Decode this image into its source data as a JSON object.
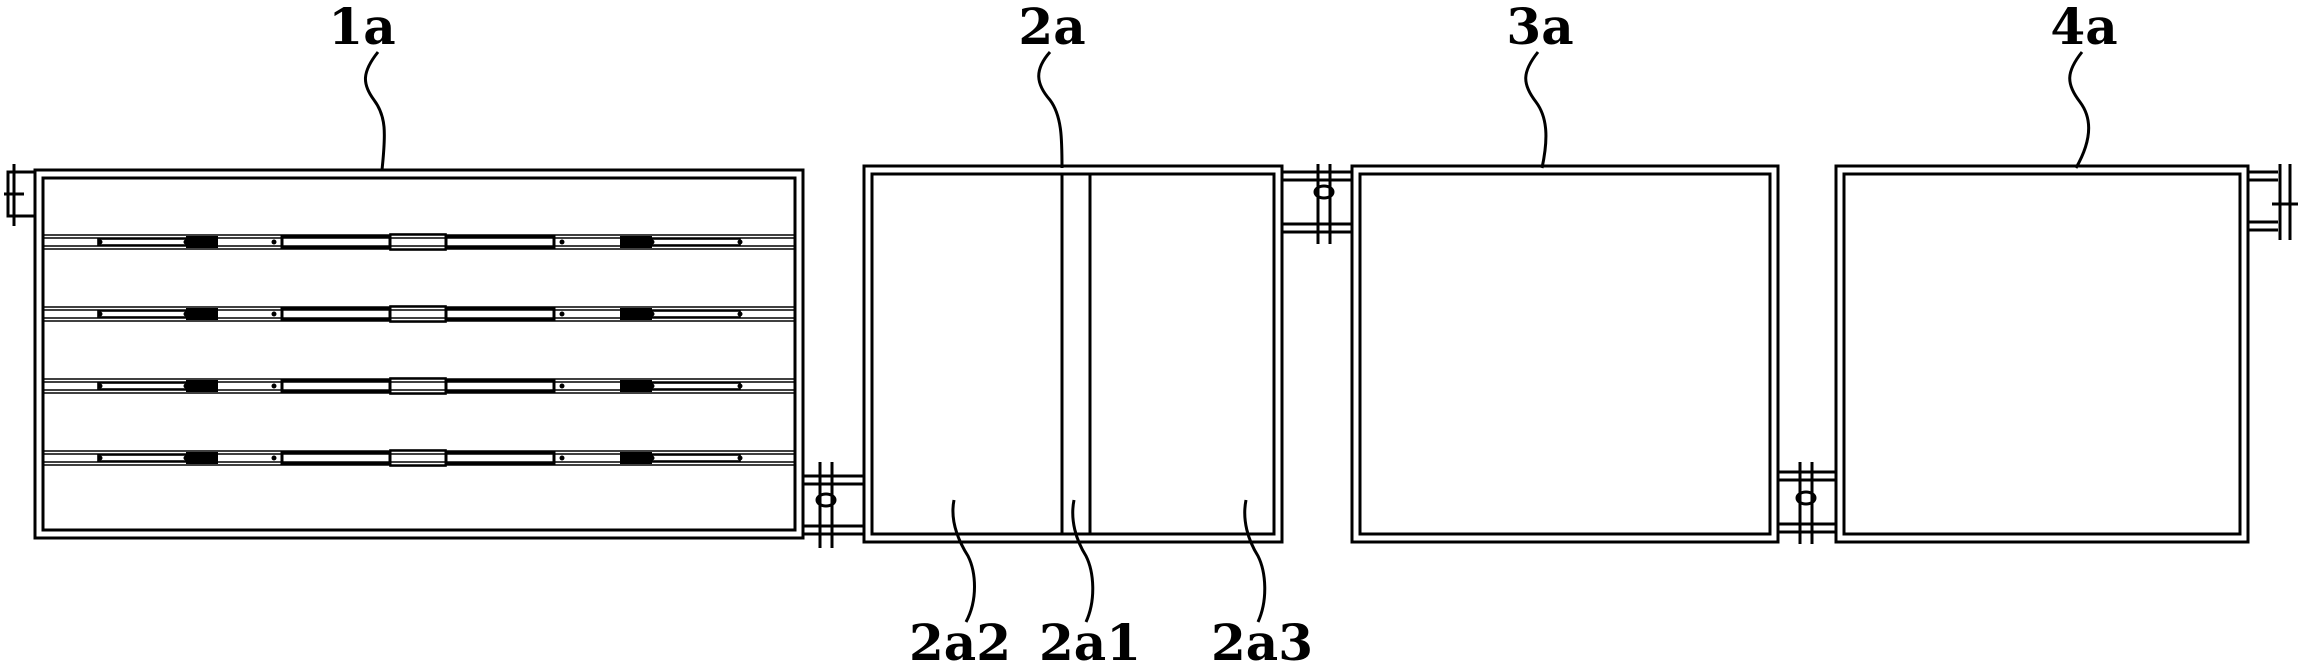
{
  "diagram": {
    "labels": {
      "tank_1": "1a",
      "tank_2": "2a",
      "tank_3": "3a",
      "tank_4": "4a",
      "part_2a1": "2a1",
      "part_2a2": "2a2",
      "part_2a3": "2a3"
    },
    "tank_1_tray_rows": 4,
    "line_color": "#000000",
    "background": "#ffffff"
  }
}
